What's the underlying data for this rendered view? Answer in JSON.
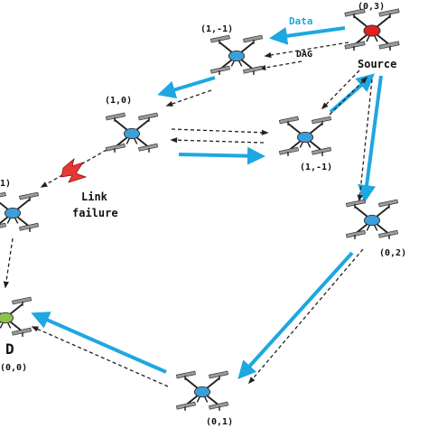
{
  "colors": {
    "data_arrow": "#1ea7e1",
    "dag_arrow": "#222222",
    "source_drone": "#e02020",
    "dest_drone": "#8bc34a",
    "normal_drone": "#3aa0dc",
    "failure": "#e53935"
  },
  "legend": {
    "data_label": "Data",
    "dag_label": "DAG"
  },
  "failure": {
    "line1": "Link",
    "line2": "failure"
  },
  "nodes": [
    {
      "id": "source",
      "coord": "(0,3)",
      "role": "Source"
    },
    {
      "id": "n1",
      "coord": "(1,-1)"
    },
    {
      "id": "n2",
      "coord": "(1,0)"
    },
    {
      "id": "n3",
      "coord": "(1,-1)"
    },
    {
      "id": "n4",
      "coord": "(0,2)"
    },
    {
      "id": "n5",
      "coord": "1)"
    },
    {
      "id": "n6",
      "coord": "(0,1)"
    },
    {
      "id": "dest",
      "coord": "(0,0)",
      "role": "D"
    }
  ]
}
